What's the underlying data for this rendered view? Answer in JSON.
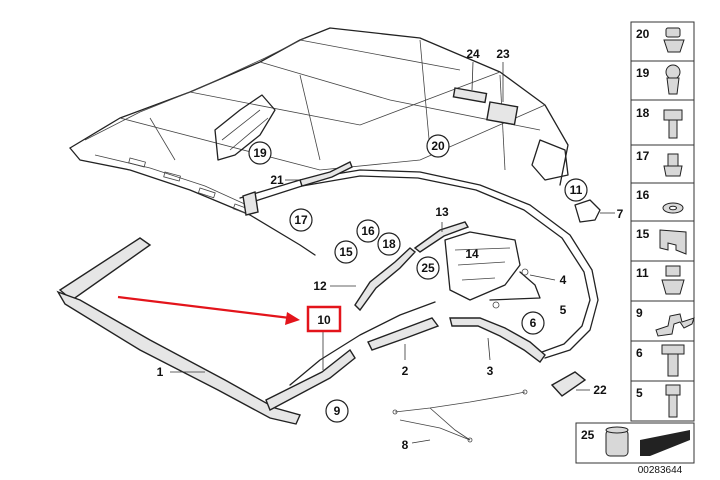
{
  "diagram": {
    "plain_callouts": [
      "1",
      "2",
      "3",
      "4",
      "5",
      "7",
      "8",
      "12",
      "13",
      "14",
      "21",
      "22",
      "23",
      "24"
    ],
    "circled_callouts": [
      "6",
      "9",
      "11",
      "15",
      "16",
      "17",
      "18",
      "19",
      "20",
      "25"
    ],
    "highlighted_callout": "10",
    "highlight_color": "#e3141b",
    "parts_panel_numbers": [
      "20",
      "19",
      "18",
      "17",
      "16",
      "15",
      "11",
      "9",
      "6",
      "5",
      "25"
    ],
    "reference_number": "00283644"
  }
}
